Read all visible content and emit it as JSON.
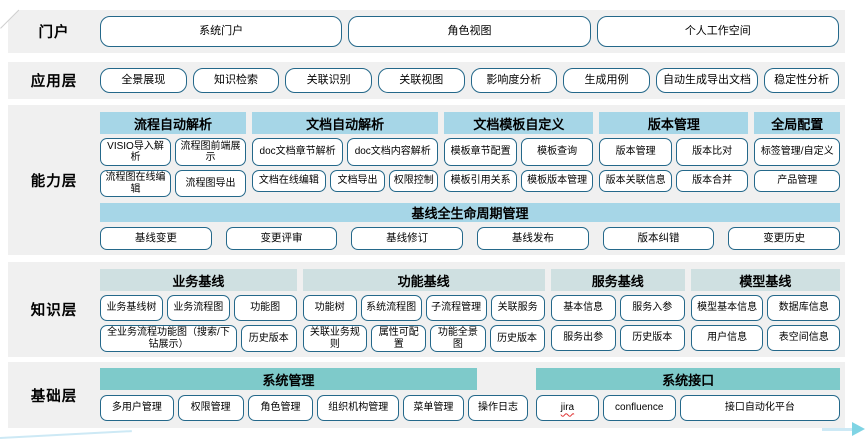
{
  "palette": {
    "row_background": "#f0f0f0",
    "capability_header": "#a6d6e7",
    "knowledge_header": "#cfe0e1",
    "foundation_header": "#7ecaca",
    "button_border": "#24688a",
    "banner_background": "#a6d6e7",
    "arrow_accent": "#7fd4e4",
    "spellcheck_underline": "#e03131"
  },
  "portal": {
    "label": "门户",
    "buttons": [
      "系统门户",
      "角色视图",
      "个人工作空间"
    ]
  },
  "application": {
    "label": "应用层",
    "buttons": [
      "全景展现",
      "知识检索",
      "关联识别",
      "关联视图",
      "影响度分析",
      "生成用例",
      "自动生成导出文档",
      "稳定性分析"
    ]
  },
  "capability": {
    "label": "能力层",
    "groups": [
      {
        "title": "流程自动解析",
        "rows": [
          [
            "VISIO导入解析",
            "流程图前端展示"
          ],
          [
            "流程图在线编辑",
            "流程图导出"
          ]
        ]
      },
      {
        "title": "文档自动解析",
        "rows": [
          [
            "doc文档章节解析",
            "doc文档内容解析"
          ],
          [
            "文档在线编辑",
            "文档导出",
            "权限控制"
          ]
        ]
      },
      {
        "title": "文档模板自定义",
        "rows": [
          [
            "模板章节配置",
            "模板查询"
          ],
          [
            "模板引用关系",
            "模板版本管理"
          ]
        ]
      },
      {
        "title": "版本管理",
        "rows": [
          [
            "版本管理",
            "版本比对"
          ],
          [
            "版本关联信息",
            "版本合并"
          ]
        ]
      },
      {
        "title": "全局配置",
        "rows": [
          [
            "标签管理/自定义"
          ],
          [
            "产品管理"
          ]
        ]
      }
    ],
    "banner": "基线全生命周期管理",
    "banner_buttons": [
      "基线变更",
      "变更评审",
      "基线修订",
      "基线发布",
      "版本纠错",
      "变更历史"
    ]
  },
  "knowledge": {
    "label": "知识层",
    "groups": [
      {
        "title": "业务基线",
        "rows": [
          [
            "业务基线树",
            "业务流程图",
            "功能图"
          ],
          [
            "全业务流程功能图（搜索/下钻展示）",
            "历史版本"
          ]
        ]
      },
      {
        "title": "功能基线",
        "rows": [
          [
            "功能树",
            "系统流程图",
            "子流程管理",
            "关联服务"
          ],
          [
            "关联业务规则",
            "属性可配置",
            "功能全景图",
            "历史版本"
          ]
        ]
      },
      {
        "title": "服务基线",
        "rows": [
          [
            "基本信息",
            "服务入参"
          ],
          [
            "服务出参",
            "历史版本"
          ]
        ]
      },
      {
        "title": "模型基线",
        "rows": [
          [
            "模型基本信息",
            "数据库信息"
          ],
          [
            "用户信息",
            "表空间信息"
          ]
        ]
      }
    ]
  },
  "foundation": {
    "label": "基础层",
    "groups": [
      {
        "title": "系统管理",
        "rows": [
          [
            "多用户管理",
            "权限管理",
            "角色管理",
            "组织机构管理",
            "菜单管理",
            "操作日志"
          ]
        ]
      },
      {
        "title": "系统接口",
        "rows": [
          [
            "jira",
            "confluence",
            "接口自动化平台"
          ]
        ]
      }
    ]
  }
}
